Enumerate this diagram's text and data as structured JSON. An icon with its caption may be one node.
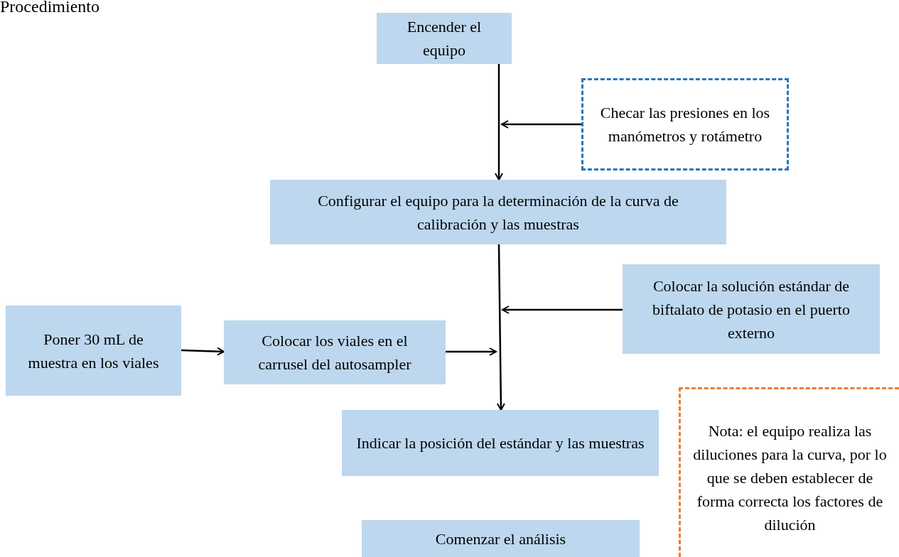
{
  "diagram": {
    "title": "Procedimiento",
    "nodes": [
      {
        "text": [
          "Encender el equipo"
        ]
      },
      {
        "text": [
          "Checar las presiones en los manómetros y rotámetro"
        ]
      },
      {
        "text": [
          "Configurar el equipo para la determinación de la curva de calibración y las muestras"
        ]
      },
      {
        "text": [
          "Colocar la solución estándar de biftalato de potasio en el puerto externo"
        ]
      },
      {
        "text": [
          "Poner 30 mL de muestra en los viales"
        ]
      },
      {
        "text": [
          "Colocar los viales en el carrusel del autosampler"
        ]
      },
      {
        "text": [
          "Indicar la posición del estándar y las muestras"
        ]
      },
      {
        "text": [
          "Comenzar el análisis"
        ]
      },
      {
        "text": [
          "Nota: el equipo realiza las diluciones para la curva, por lo que se deben establecer de forma correcta los factores de dilución"
        ]
      }
    ],
    "edges": [
      {
        "from": 0,
        "to": 2,
        "arrow": "to"
      },
      {
        "from": 1,
        "to": null,
        "arrow": "to"
      },
      {
        "from": 2,
        "to": 6,
        "arrow": "to"
      },
      {
        "from": 3,
        "to": null,
        "arrow": "to"
      },
      {
        "from": 4,
        "to": 5,
        "arrow": "to"
      },
      {
        "from": 5,
        "to": null,
        "arrow": "to"
      }
    ]
  }
}
